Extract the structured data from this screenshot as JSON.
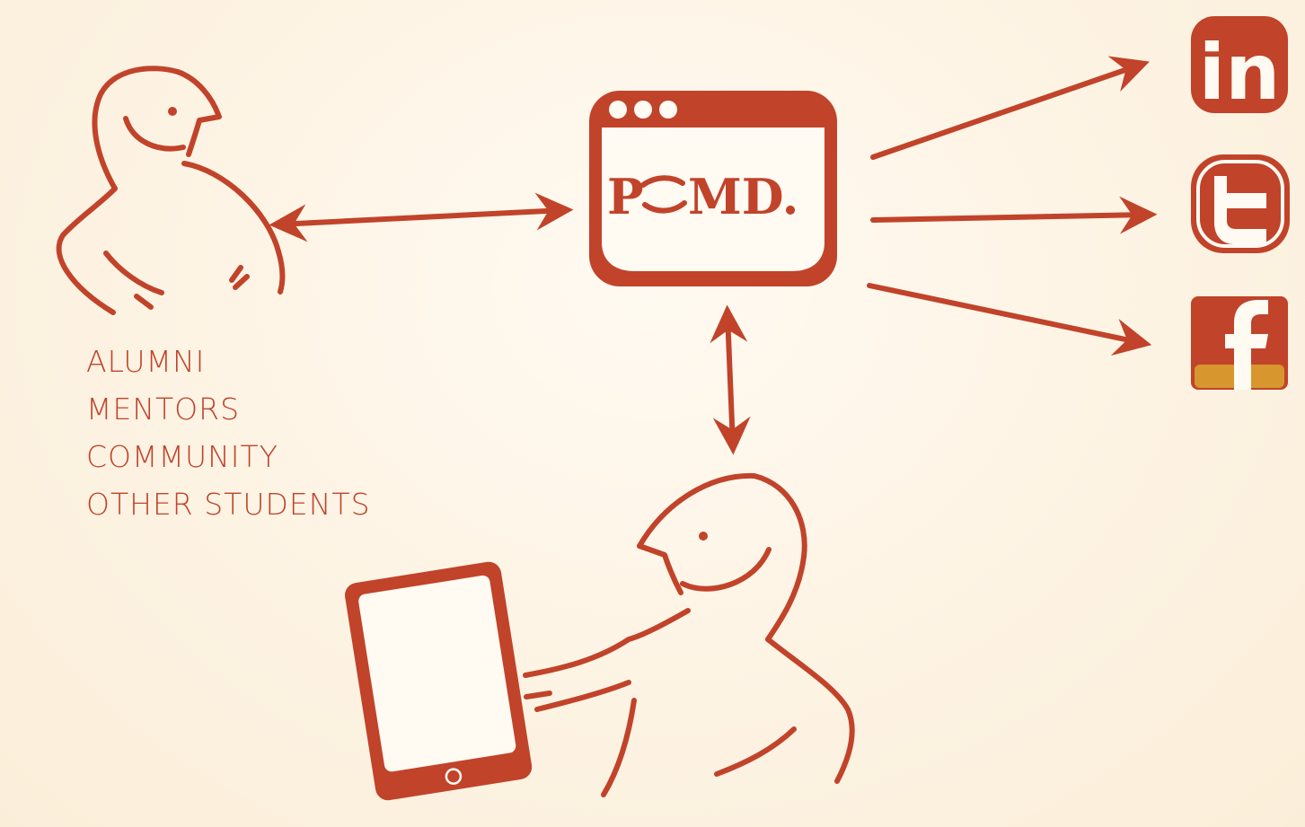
{
  "audience_labels": [
    "ALUMNI",
    "MENTORS",
    "COMMUNITY",
    "OTHER STUDENTS"
  ],
  "platform": {
    "logo_left": "P",
    "logo_right": "MD."
  },
  "social": {
    "linkedin": "in",
    "twitter": "t",
    "facebook": "f"
  },
  "colors": {
    "accent": "#c1432a",
    "background": "#fdf4e6",
    "facebook_band": "#d8962e"
  },
  "icons": [
    "alumni-person-icon",
    "platform-window-icon",
    "student-tablet-icon",
    "linkedin-icon",
    "twitter-icon",
    "facebook-icon",
    "arrow-icon"
  ]
}
